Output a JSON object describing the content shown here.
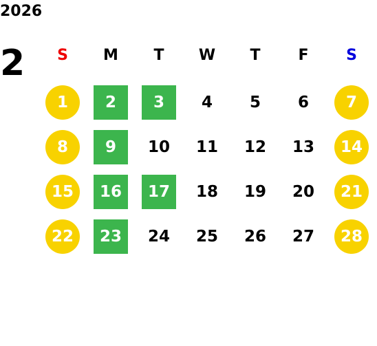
{
  "calendar": {
    "year": "2026",
    "month": "2",
    "weekday_headers": [
      {
        "label": "S",
        "color": "#ee0000"
      },
      {
        "label": "M",
        "color": "#000000"
      },
      {
        "label": "T",
        "color": "#000000"
      },
      {
        "label": "W",
        "color": "#000000"
      },
      {
        "label": "T",
        "color": "#000000"
      },
      {
        "label": "F",
        "color": "#000000"
      },
      {
        "label": "S",
        "color": "#0000dd"
      }
    ],
    "weeks": [
      [
        {
          "day": "1",
          "style": "circle"
        },
        {
          "day": "2",
          "style": "green"
        },
        {
          "day": "3",
          "style": "green"
        },
        {
          "day": "4",
          "style": "plain"
        },
        {
          "day": "5",
          "style": "plain"
        },
        {
          "day": "6",
          "style": "plain"
        },
        {
          "day": "7",
          "style": "circle"
        }
      ],
      [
        {
          "day": "8",
          "style": "circle"
        },
        {
          "day": "9",
          "style": "green"
        },
        {
          "day": "10",
          "style": "plain"
        },
        {
          "day": "11",
          "style": "plain"
        },
        {
          "day": "12",
          "style": "plain"
        },
        {
          "day": "13",
          "style": "plain"
        },
        {
          "day": "14",
          "style": "circle"
        }
      ],
      [
        {
          "day": "15",
          "style": "circle"
        },
        {
          "day": "16",
          "style": "green"
        },
        {
          "day": "17",
          "style": "green"
        },
        {
          "day": "18",
          "style": "plain"
        },
        {
          "day": "19",
          "style": "plain"
        },
        {
          "day": "20",
          "style": "plain"
        },
        {
          "day": "21",
          "style": "circle"
        }
      ],
      [
        {
          "day": "22",
          "style": "circle"
        },
        {
          "day": "23",
          "style": "green"
        },
        {
          "day": "24",
          "style": "plain"
        },
        {
          "day": "25",
          "style": "plain"
        },
        {
          "day": "26",
          "style": "plain"
        },
        {
          "day": "27",
          "style": "plain"
        },
        {
          "day": "28",
          "style": "circle"
        }
      ]
    ],
    "colors": {
      "weekend_circle": "#f8d200",
      "highlight_square": "#3cb54d"
    }
  }
}
